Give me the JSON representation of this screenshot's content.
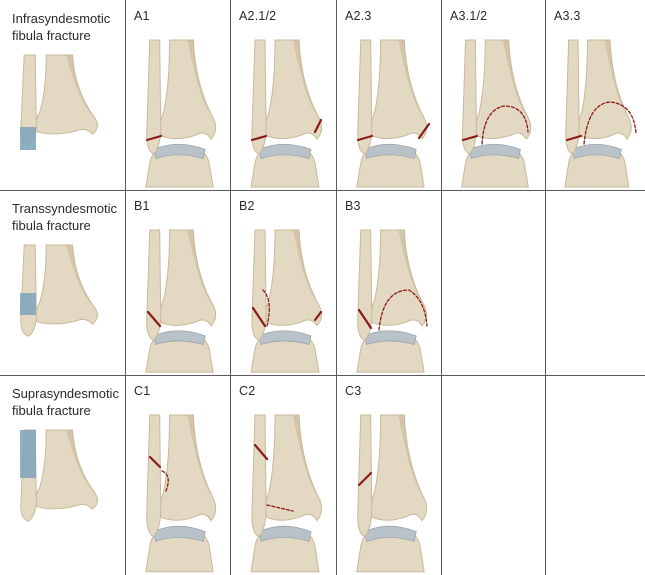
{
  "rows": [
    {
      "title": "Infrasyndesmotic\nfibula fracture",
      "cells": [
        "A1",
        "A2.1/2",
        "A2.3",
        "A3.1/2",
        "A3.3"
      ]
    },
    {
      "title": "Transsyndesmotic\nfibula fracture",
      "cells": [
        "B1",
        "B2",
        "B3"
      ]
    },
    {
      "title": "Suprasyndesmotic\nfibula fracture",
      "cells": [
        "C1",
        "C2",
        "C3"
      ]
    }
  ],
  "colors": {
    "bone": "#e3d8c2",
    "bone_shadow": "#c9b99a",
    "cartilage": "#b9c2c9",
    "fracture_line": "#8b1a1a",
    "highlight_zone": "#7fa3bd",
    "grid_line": "#5a5a5a"
  }
}
